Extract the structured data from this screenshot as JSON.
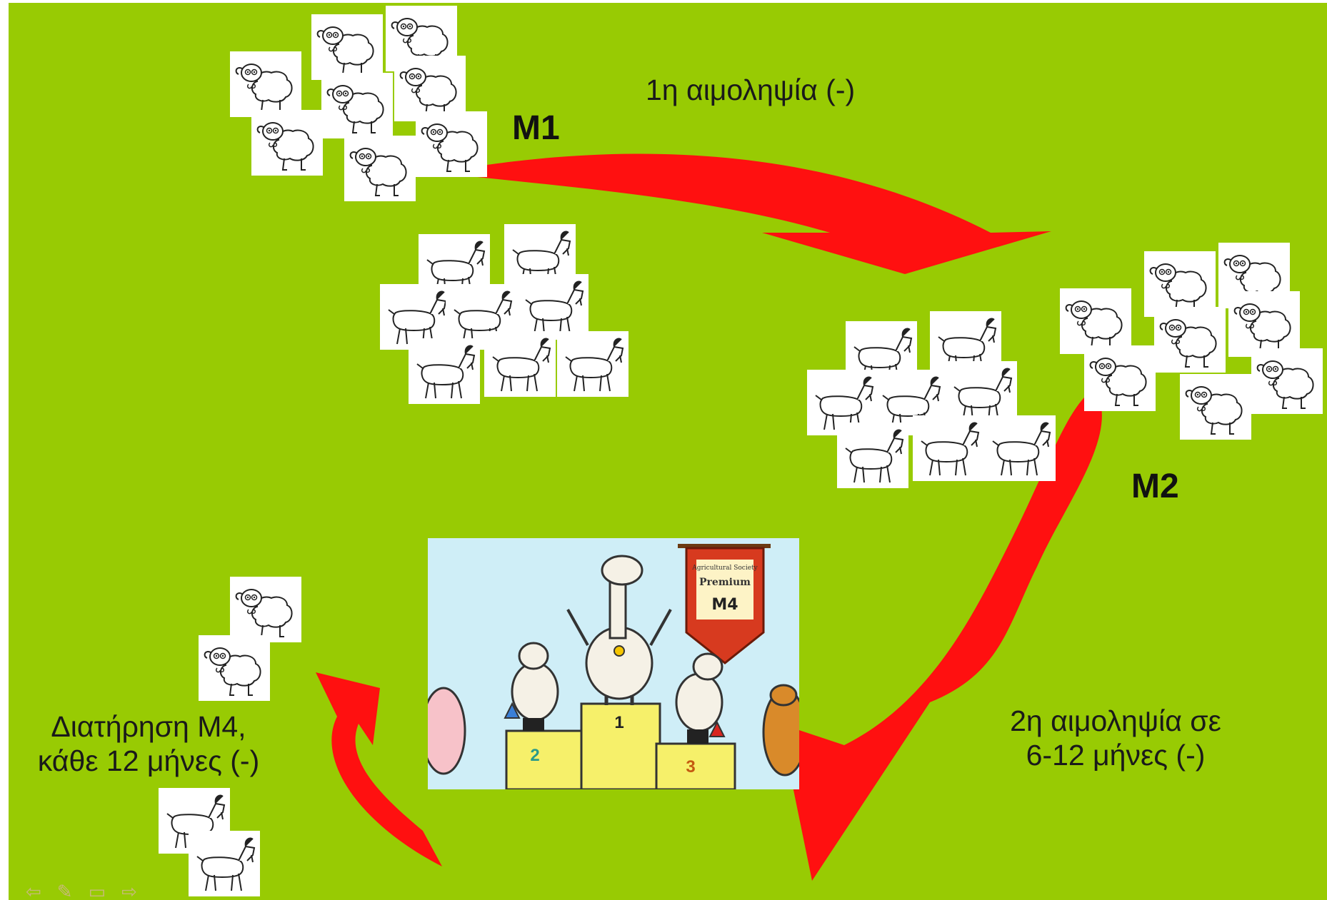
{
  "labels": {
    "first_sampling": "1η αιμοληψία (-)",
    "m1": "M1",
    "m2": "M2",
    "second_sampling_line1": "2η αιμοληψία σε",
    "second_sampling_line2": "6-12 μήνες (-)",
    "maintain_line1": "Διατήρηση Μ4,",
    "maintain_line2": "κάθε 12 μήνες (-)"
  },
  "award_image": {
    "banner_top": "Agricultural Society",
    "banner_title": "Premium",
    "banner_status": "M4",
    "place_1": "1",
    "place_2": "2",
    "place_3": "3"
  },
  "colors": {
    "background": "#98cb03",
    "arrow": "#ff1010",
    "text": "#1a1a1a"
  },
  "icons": [
    "sheep-icon",
    "goat-icon",
    "arrow-curved-icon",
    "nav-prev-icon",
    "nav-edit-icon",
    "nav-menu-icon",
    "nav-next-icon"
  ]
}
